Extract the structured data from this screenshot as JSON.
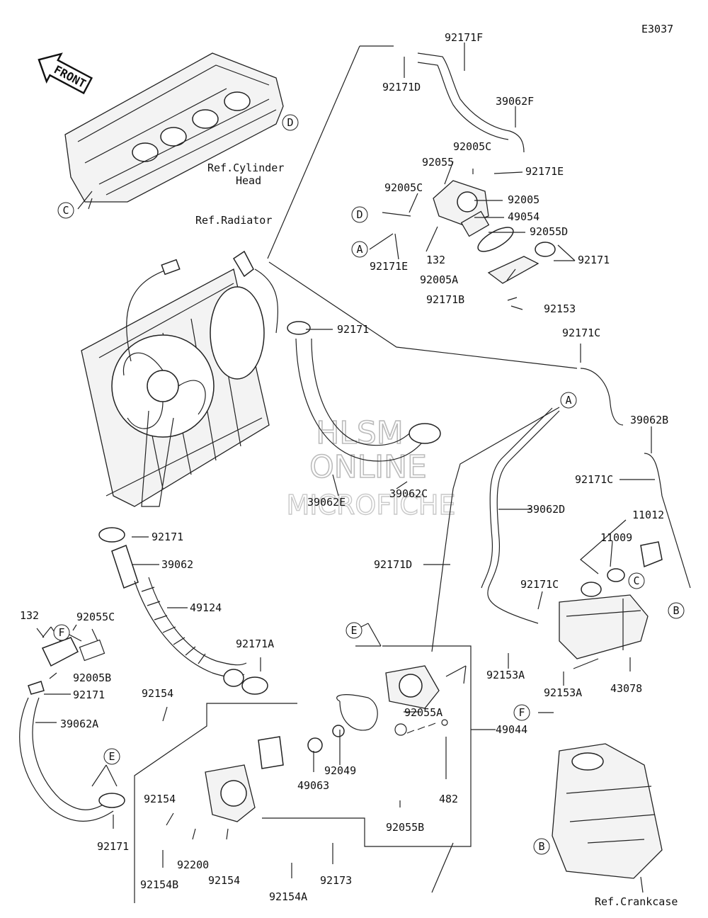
{
  "diagram_code": "E3037",
  "front_label": "FRONT",
  "watermark": [
    "HLSM",
    "ONLINE",
    "MICROFICHE"
  ],
  "reference_labels": {
    "cylinder_head": [
      "Ref.Cylinder",
      "Head"
    ],
    "radiator": "Ref.Radiator",
    "crankcase": "Ref.Crankcase"
  },
  "callout_letters": [
    "A",
    "B",
    "C",
    "D",
    "E",
    "F"
  ],
  "part_labels": [
    "92171F",
    "92171D",
    "39062F",
    "92005C",
    "92055",
    "92171E",
    "92005C",
    "92005",
    "49054",
    "92055D",
    "132",
    "92171E",
    "92171",
    "92005A",
    "92171B",
    "92153",
    "92171",
    "92171C",
    "39062B",
    "92171C",
    "39062C",
    "39062E",
    "39062D",
    "11012",
    "11009",
    "92171D",
    "92171C",
    "92171",
    "39062",
    "49124",
    "132",
    "92055C",
    "92005B",
    "92171",
    "39062A",
    "92171A",
    "92154",
    "92055A",
    "49044",
    "92049",
    "49063",
    "482",
    "92055B",
    "92154",
    "92200",
    "92154",
    "92154B",
    "92173",
    "92154A",
    "92171",
    "92153A",
    "92153A",
    "43078"
  ]
}
